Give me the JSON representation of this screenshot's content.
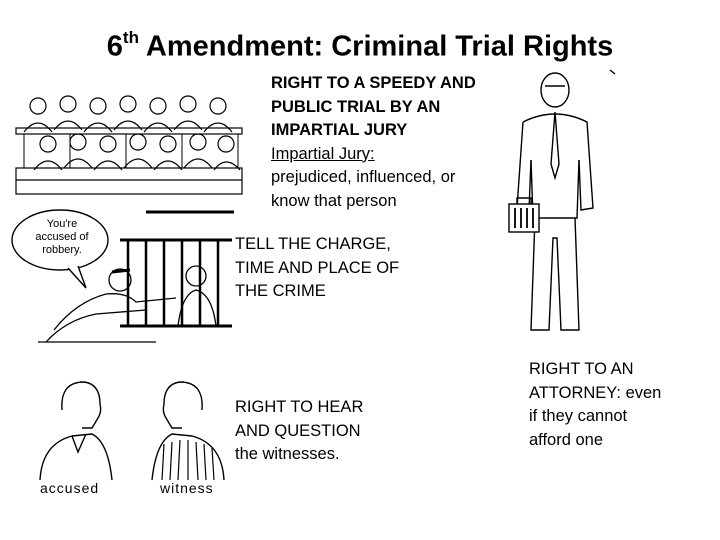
{
  "title": {
    "ordinal": "6",
    "suffix": "th",
    "rest": " Amendment:  Criminal Trial Rights"
  },
  "block_speedy": {
    "line1": "RIGHT TO A SPEEDY AND",
    "line2": "PUBLIC TRIAL BY AN",
    "line3": "IMPARTIAL JURY",
    "term": "Impartial Jury:",
    "def1": "prejudiced, influenced, or",
    "def2": "know that person"
  },
  "block_charge": {
    "line1": "TELL THE CHARGE,",
    "line2": "TIME AND PLACE OF",
    "line3": "THE CRIME"
  },
  "block_witness": {
    "line1": "RIGHT TO HEAR",
    "line2": "AND QUESTION",
    "line3": "the witnesses."
  },
  "block_attorney": {
    "line1": "RIGHT TO AN",
    "line2_bold": "ATTORNEY:",
    "line2_rest": "  even",
    "line3": "if they cannot",
    "line4": "afford one"
  },
  "speech_bubble": {
    "line1": "You're",
    "line2": "accused of",
    "line3": "robbery."
  },
  "captions": {
    "accused": "accused",
    "witness": "witness"
  }
}
